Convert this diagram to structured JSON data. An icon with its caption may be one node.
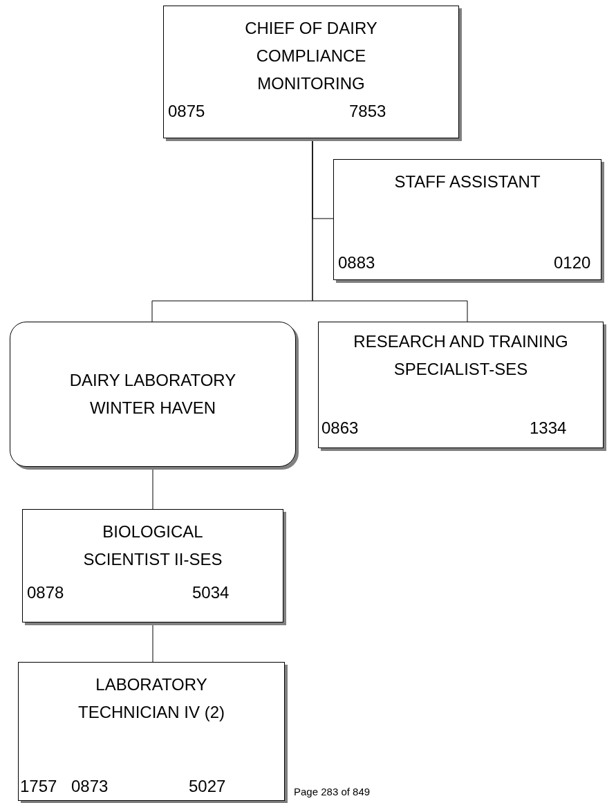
{
  "diagram": {
    "nodes": [
      {
        "text": [
          "CHIEF OF DAIRY COMPLIANCE MONITORING",
          "0875",
          "7853"
        ]
      },
      {
        "text": [
          "STAFF ASSISTANT",
          "0883",
          "0120"
        ]
      },
      {
        "text": [
          "DAIRY LABORATORY WINTER HAVEN"
        ]
      },
      {
        "text": [
          "RESEARCH AND TRAINING SPECIALIST-SES",
          "0863",
          "1334"
        ]
      },
      {
        "text": [
          "BIOLOGICAL SCIENTIST II-SES",
          "0878",
          "5034"
        ]
      },
      {
        "text": [
          "LABORATORY TECHNICIAN IV (2)",
          "1757",
          "0873",
          "5027"
        ]
      }
    ],
    "edges": [
      {
        "from": 0,
        "to": 1,
        "arrow": "none"
      },
      {
        "from": 0,
        "to": 2,
        "arrow": "none"
      },
      {
        "from": 0,
        "to": 3,
        "arrow": "none"
      },
      {
        "from": 2,
        "to": 4,
        "arrow": "none"
      },
      {
        "from": 4,
        "to": 5,
        "arrow": "none"
      }
    ],
    "labels": [
      "Page 283 of 849"
    ]
  }
}
